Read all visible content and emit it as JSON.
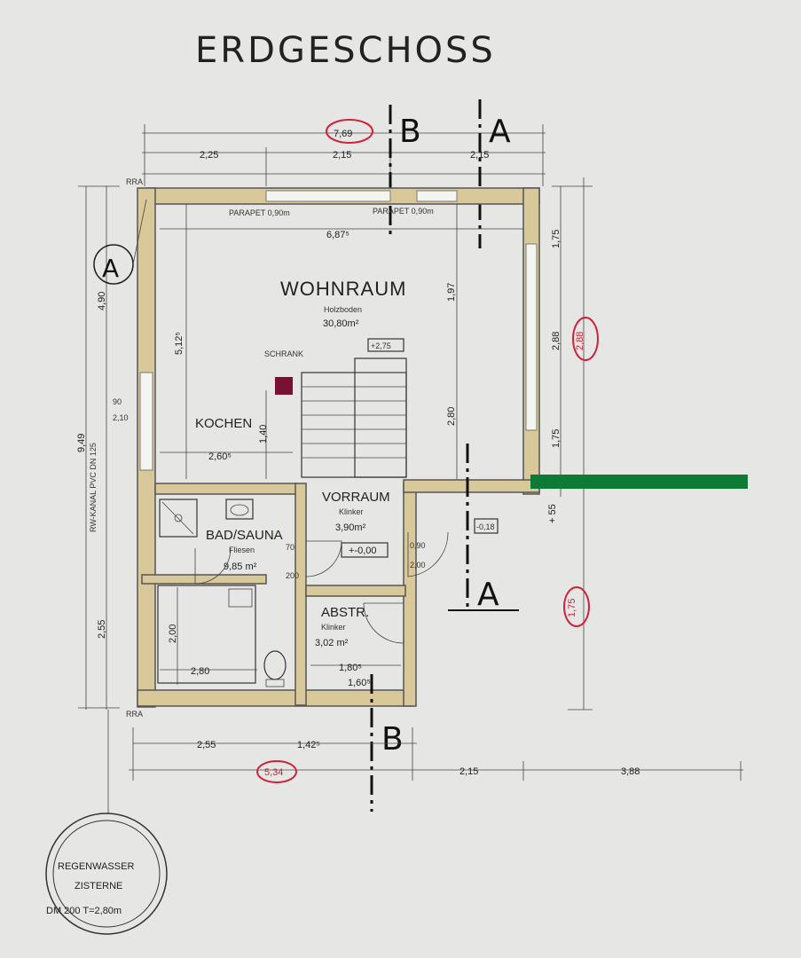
{
  "title": "ERDGESCHOSS",
  "rooms": {
    "wohnraum": {
      "name": "WOHNRAUM",
      "floor": "Holzboden",
      "area": "30,80m²"
    },
    "kochen": {
      "name": "KOCHEN"
    },
    "vorraum": {
      "name": "VORRAUM",
      "floor": "Klinker",
      "area": "3,90m²"
    },
    "bad": {
      "name": "BAD/SAUNA",
      "floor": "Fliesen",
      "area": "9,85 m²"
    },
    "abstr": {
      "name": "ABSTR.",
      "floor": "Klinker",
      "area": "3,02 m²"
    }
  },
  "labels": {
    "parapet1": "PARAPET 0,90m",
    "parapet2": "PARAPET 0,90m",
    "schrank": "SCHRANK",
    "rwkanal": "RW-KANAL PVC DN 125",
    "rra1": "RRA",
    "rra2": "RRA",
    "floor_level": "+-0,00",
    "entry_level": "-0,18",
    "stair_top": "+2,75"
  },
  "sections": {
    "a_top": "A",
    "b_top": "B",
    "a_right": "A",
    "b_bottom": "B",
    "a_circle": "A"
  },
  "dims": {
    "top_total": "7,69",
    "top_2_25": "2,25",
    "top_2_15": "2,15",
    "top_2_15b": "2,15",
    "inner_6_87": "6,87⁵",
    "left_total": "9,49",
    "left_4_90": "4,90",
    "left_2_55": "2,55",
    "inner_5_12": "5,12⁵",
    "kochen_2_60": "2,60⁵",
    "kochen_1_40": "1,40",
    "stair_2_80": "2,80",
    "stair_1_97": "1,97",
    "right_2_88": "2,88",
    "right_1_75": "1,75",
    "right_1_75b": "1,75",
    "right_4_55": "+ 55",
    "bad_2_80": "2,80",
    "bad_2_00": "2,00",
    "abstr_1_80": "1,80⁵",
    "abstr_1_60": "1,60⁵",
    "bottom_2_55": "2,55",
    "bottom_1_42": "1,42⁵",
    "bottom_2_15": "2,15",
    "bottom_3_88": "3,88",
    "w_90": "90",
    "w_210": "2,10",
    "w_70": "70",
    "w_200": "200",
    "w_0_90": "0,90",
    "w_2_00": "2,00"
  },
  "marks": {
    "m_top": "7,69",
    "m_right": "2,88",
    "m_right2": "1,75",
    "m_bottom": "5,34"
  },
  "cistern": {
    "line1": "REGENWASSER",
    "line2": "ZISTERNE",
    "line3": "DM 200  T=2,80m"
  },
  "colors": {
    "wall": "#d9c89a",
    "marker_red": "#d0233a",
    "green_bar": "#0d7a35",
    "paper": "#e6e6e4"
  }
}
